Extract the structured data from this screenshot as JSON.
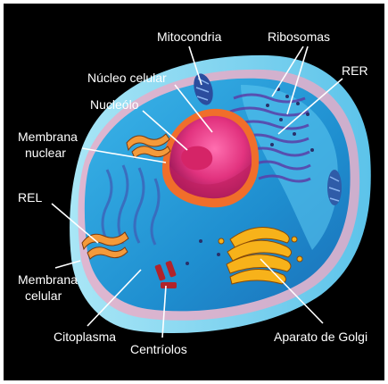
{
  "labels": {
    "mitocondria": "Mitocondria",
    "ribosomas": "Ribosomas",
    "nucleo_celular": "Núcleo celular",
    "rer": "RER",
    "nucleolo": "Nucleólo",
    "membrana_nuclear_1": "Membrana",
    "membrana_nuclear_2": "nuclear",
    "rel": "REL",
    "membrana_celular_1": "Membrana",
    "membrana_celular_2": "celular",
    "citoplasma": "Citoplasma",
    "centriolos": "Centríolos",
    "aparato_golgi": "Aparato de Golgi"
  },
  "colors": {
    "background": "#000000",
    "cytoplasm": "#2a9fd8",
    "cell_rim": "#7fd4f0",
    "membrane_pink": "#f2a7c3",
    "nucleus": "#e2337f",
    "nucleus_envelope": "#f06e2b",
    "golgi": "#f7b21a",
    "label_text": "#ffffff"
  }
}
